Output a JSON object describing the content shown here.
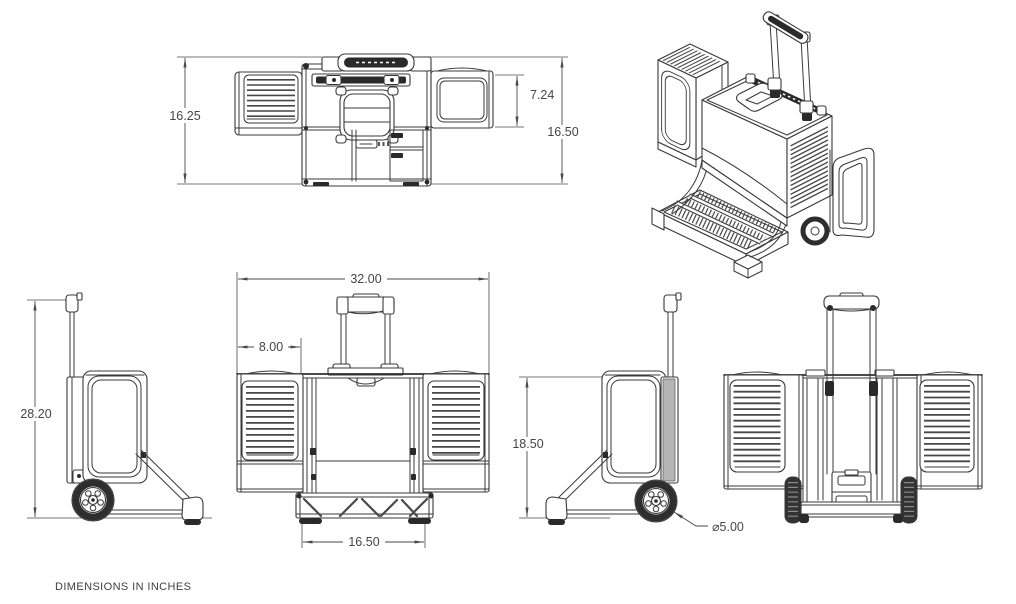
{
  "note": "DIMENSIONS IN INCHES",
  "dimensions": {
    "top_view": {
      "overall_height_left": "16.25",
      "lid_pod_depth": "7.24",
      "overall_height_right": "16.50"
    },
    "front_view": {
      "overall_width": "32.00",
      "side_pod_width": "8.00",
      "base_width": "16.50"
    },
    "left_side_view": {
      "overall_height_with_handle": "28.20"
    },
    "right_side_view": {
      "case_height": "18.50",
      "wheel_diameter": "⌀5.00"
    }
  }
}
